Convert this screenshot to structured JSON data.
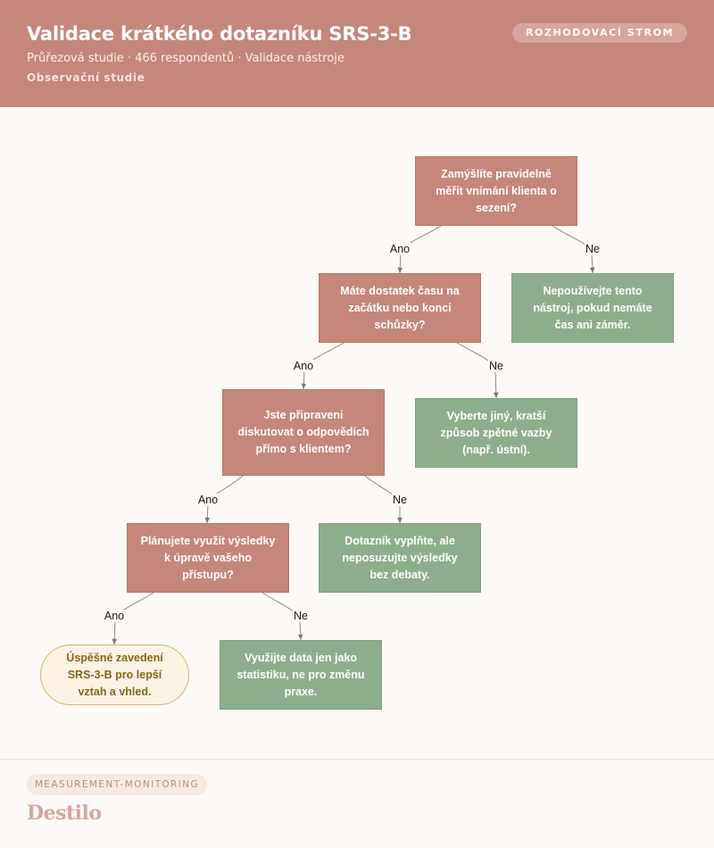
{
  "header": {
    "title": "Validace krátkého dotazníku SRS-3-B",
    "subtitle": "Průřezová studie · 466 respondentů · Validace nástroje",
    "study_type": "Observační studie",
    "badge": "ROZHODOVACÍ STROM"
  },
  "diagram": {
    "nodes": [
      {
        "id": "q1",
        "kind": "decision",
        "text": "Zamýšlíte pravidelně měřit vnímání klienta o sezení?"
      },
      {
        "id": "q2",
        "kind": "decision",
        "text": "Máte dostatek času na začátku nebo konci schůzky?"
      },
      {
        "id": "a1",
        "kind": "action",
        "text": "Nepoužívejte tento nástroj, pokud nemáte čas ani záměr."
      },
      {
        "id": "q3",
        "kind": "decision",
        "text": "Jste připraveni diskutovat o odpovědích přímo s klientem?"
      },
      {
        "id": "a2",
        "kind": "action",
        "text": "Vyberte jiný, kratší způsob zpětné vazby (např. ústní)."
      },
      {
        "id": "q4",
        "kind": "decision",
        "text": "Plánujete využít výsledky k úpravě vašeho přístupu?"
      },
      {
        "id": "a3",
        "kind": "action",
        "text": "Dotazník vyplňte, ale neposuzujte výsledky bez debaty."
      },
      {
        "id": "t1",
        "kind": "terminal",
        "text": "Úspěšné zavedení SRS-3-B pro lepší vztah a vhled."
      },
      {
        "id": "a4",
        "kind": "action",
        "text": "Využijte data jen jako statistiku, ne pro změnu praxe."
      }
    ],
    "edges": [
      {
        "from": "q1",
        "to": "q2",
        "label": "Ano"
      },
      {
        "from": "q1",
        "to": "a1",
        "label": "Ne"
      },
      {
        "from": "q2",
        "to": "q3",
        "label": "Ano"
      },
      {
        "from": "q2",
        "to": "a2",
        "label": "Ne"
      },
      {
        "from": "q3",
        "to": "q4",
        "label": "Ano"
      },
      {
        "from": "q3",
        "to": "a3",
        "label": "Ne"
      },
      {
        "from": "q4",
        "to": "t1",
        "label": "Ano"
      },
      {
        "from": "q4",
        "to": "a4",
        "label": "Ne"
      }
    ]
  },
  "footer": {
    "tag": "MEASUREMENT-MONITORING",
    "brand": "Destilo"
  },
  "colors": {
    "decision": "#c4877a",
    "action": "#8dae8d",
    "terminal_fill": "#fcf3e4",
    "terminal_text": "#8a6418"
  }
}
